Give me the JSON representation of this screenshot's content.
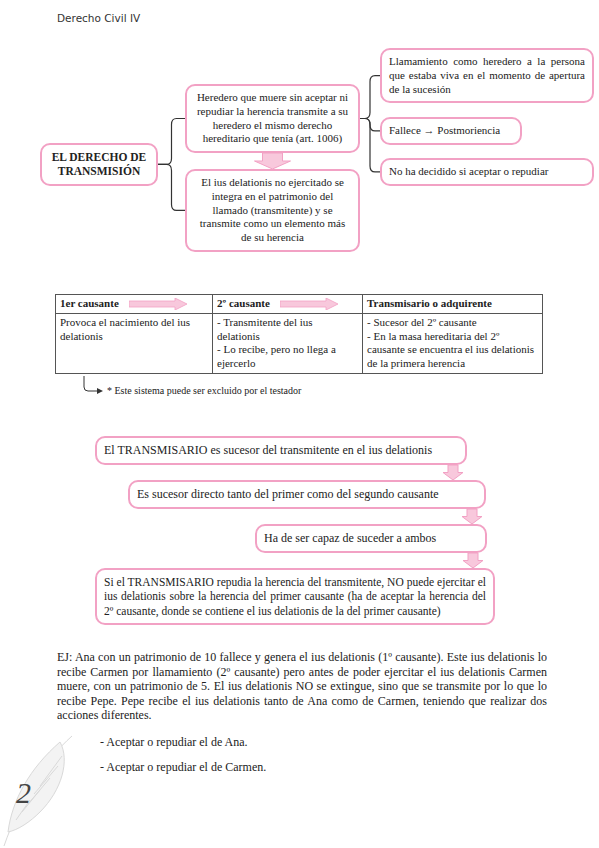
{
  "diagram": {
    "nodes": [
      {
        "text": [
          "EL DERECHO DE TRANSMISIÓN"
        ]
      },
      {
        "text": [
          "Heredero que muere sin aceptar ni repudiar la herencia transmite a su heredero el mismo derecho hereditario que tenía (art. 1006)"
        ]
      },
      {
        "text": [
          "Llamamiento como heredero a la persona que estaba viva en el momento de apertura de la sucesión"
        ]
      },
      {
        "text": [
          "Fallece → Postmoriencia"
        ]
      },
      {
        "text": [
          "No ha decidido si aceptar o repudiar"
        ]
      },
      {
        "text": [
          "El ius delationis no ejercitado se integra en el patrimonio del llamado (transmitente) y se transmite como un elemento más de su herencia"
        ]
      },
      {
        "text": [
          "El TRANSMISARIO es sucesor del transmitente en el ius delationis"
        ]
      },
      {
        "text": [
          "Es sucesor directo tanto del primer como del segundo causante"
        ]
      },
      {
        "text": [
          "Ha de ser capaz de suceder a ambos"
        ]
      },
      {
        "text": [
          "Si el TRANSMISARIO repudia la herencia del transmitente, NO puede ejercitar el ius delationis sobre la herencia del primer causante (ha de aceptar la herencia del 2º causante, donde se contiene el ius delationis de la del primer causante)"
        ]
      }
    ],
    "edges": [
      {
        "from": 0,
        "to": 1,
        "arrow": "none"
      },
      {
        "from": 0,
        "to": 5,
        "arrow": "none"
      },
      {
        "from": 1,
        "to": 5,
        "arrow": "to"
      },
      {
        "from": 1,
        "to": 2,
        "arrow": "none"
      },
      {
        "from": 1,
        "to": 3,
        "arrow": "none"
      },
      {
        "from": 1,
        "to": 4,
        "arrow": "none"
      },
      {
        "from": 6,
        "to": 7,
        "arrow": "to"
      },
      {
        "from": 7,
        "to": 8,
        "arrow": "to"
      },
      {
        "from": 8,
        "to": 9,
        "arrow": "to"
      }
    ],
    "labels": [
      "Derecho Civil IV",
      "1er causante",
      "2º causante",
      "Transmisario o adquirente",
      "Provoca el nacimiento del ius delationis",
      "- Transmitente del ius delationis",
      "- Lo recibe, pero no llega a ejercerlo",
      "- Sucesor del 2º causante",
      "- En la masa hereditaria del 2º causante se encuentra el ius delationis de la primera herencia",
      "* Este sistema puede ser excluido por el testador",
      "EJ: Ana con un patrimonio de 10 fallece y genera el ius delationis (1º causante). Este ius delationis lo recibe Carmen por llamamiento (2º causante) pero antes de poder ejercitar el ius delationis Carmen muere, con un patrimonio de 5. El ius delationis NO se extingue, sino que se transmite por lo que lo recibe Pepe. Pepe recibe el ius delationis tanto de Ana como de Carmen, teniendo que realizar dos acciones diferentes.",
      "- Aceptar o repudiar el de Ana.",
      "- Aceptar o repudiar el de Carmen.",
      "2"
    ]
  }
}
